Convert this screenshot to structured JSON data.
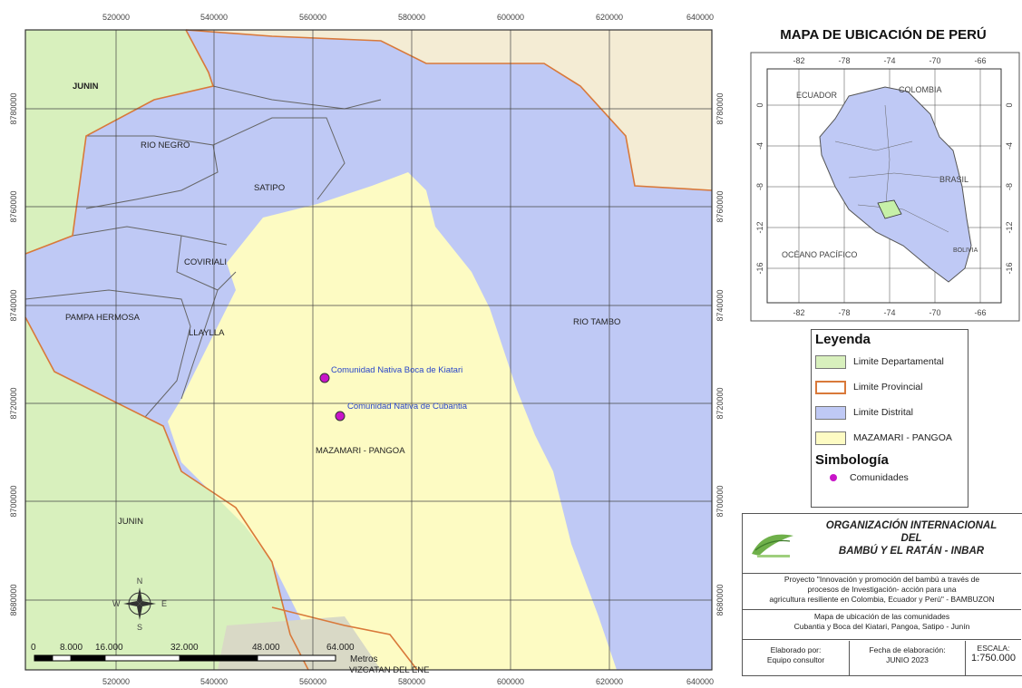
{
  "map": {
    "x_ticks": [
      "520000",
      "540000",
      "560000",
      "580000",
      "600000",
      "620000",
      "640000"
    ],
    "y_ticks": [
      "8780000",
      "8760000",
      "8740000",
      "8720000",
      "8700000",
      "8680000"
    ],
    "places": {
      "junin_top": "JUNIN",
      "rio_negro": "RIO NEGRO",
      "satipo": "SATIPO",
      "coviriali": "COVIRIALI",
      "pampa_hermosa": "PAMPA HERMOSA",
      "llaylla": "LLAYLLA",
      "rio_tambo": "RIO TAMBO",
      "mazamari": "MAZAMARI - PANGOA",
      "junin_bottom": "JUNIN",
      "vizcatan": "VIZCATAN DEL ENE"
    },
    "communities": [
      {
        "name": "Comunidad Nativa Boca de Kiatari"
      },
      {
        "name": "Comunidad Nativa de Cubantia"
      }
    ],
    "scale_bar": {
      "labels": [
        "0",
        "8.000",
        "16.000",
        "32.000",
        "48.000",
        "64.000"
      ],
      "unit": "Metros"
    },
    "north_arrow": {
      "n": "N",
      "s": "S",
      "e": "E",
      "w": "W"
    }
  },
  "inset": {
    "title": "MAPA DE UBICACIÓN DE PERÚ",
    "lon_ticks": [
      "-82",
      "-78",
      "-74",
      "-70",
      "-66"
    ],
    "lat_ticks": [
      "0",
      "-4",
      "-8",
      "-12",
      "-16"
    ],
    "labels": {
      "ecuador": "ECUADOR",
      "colombia": "COLOMBIA",
      "brasil": "BRASIL",
      "bolivia": "BOLIVIA",
      "oceano": "OCÉANO PACÍFICO"
    }
  },
  "legend": {
    "title": "Leyenda",
    "items": [
      {
        "label": "Limite Departamental",
        "color": "#d8f0bd"
      },
      {
        "label": "Limite Provincial",
        "color": "#ffffff",
        "border": "#d9793a"
      },
      {
        "label": "Limite Distrital",
        "color": "#bfc9f5"
      },
      {
        "label": "MAZAMARI - PANGOA",
        "color": "#fdfbc3"
      }
    ],
    "symbology_title": "Simbología",
    "symbology_item": "Comunidades"
  },
  "org": {
    "name_line1": "ORGANIZACIÓN INTERNACIONAL",
    "name_line2": "DEL",
    "name_line3": "BAMBÚ Y EL RATÁN - INBAR",
    "project_line1": "Proyecto \"Innovación y promoción del bambú a través de",
    "project_line2": "procesos de Investigación- acción para  una",
    "project_line3": "agricultura resiliente en Colombia, Ecuador y Perú\" - BAMBUZON",
    "subtitle_line1": "Mapa de ubicación de las comunidades",
    "subtitle_line2": "Cubantia y Boca del Kiatari, Pangoa, Satipo - Junín",
    "prepared_label": "Elaborado por:",
    "prepared_value": "Equipo consultor",
    "date_label": "Fecha de elaboración:",
    "date_value": "JUNIO 2023",
    "scale_label": "ESCALA:",
    "scale_value": "1:750.000"
  },
  "colors": {
    "department": "#d8f0bd",
    "district": "#bfc9f5",
    "mazamari": "#fdfbc3",
    "outside": "#f4ecd4",
    "province_border": "#d9793a",
    "community": "#c814c8",
    "community_label": "#2946c9"
  }
}
